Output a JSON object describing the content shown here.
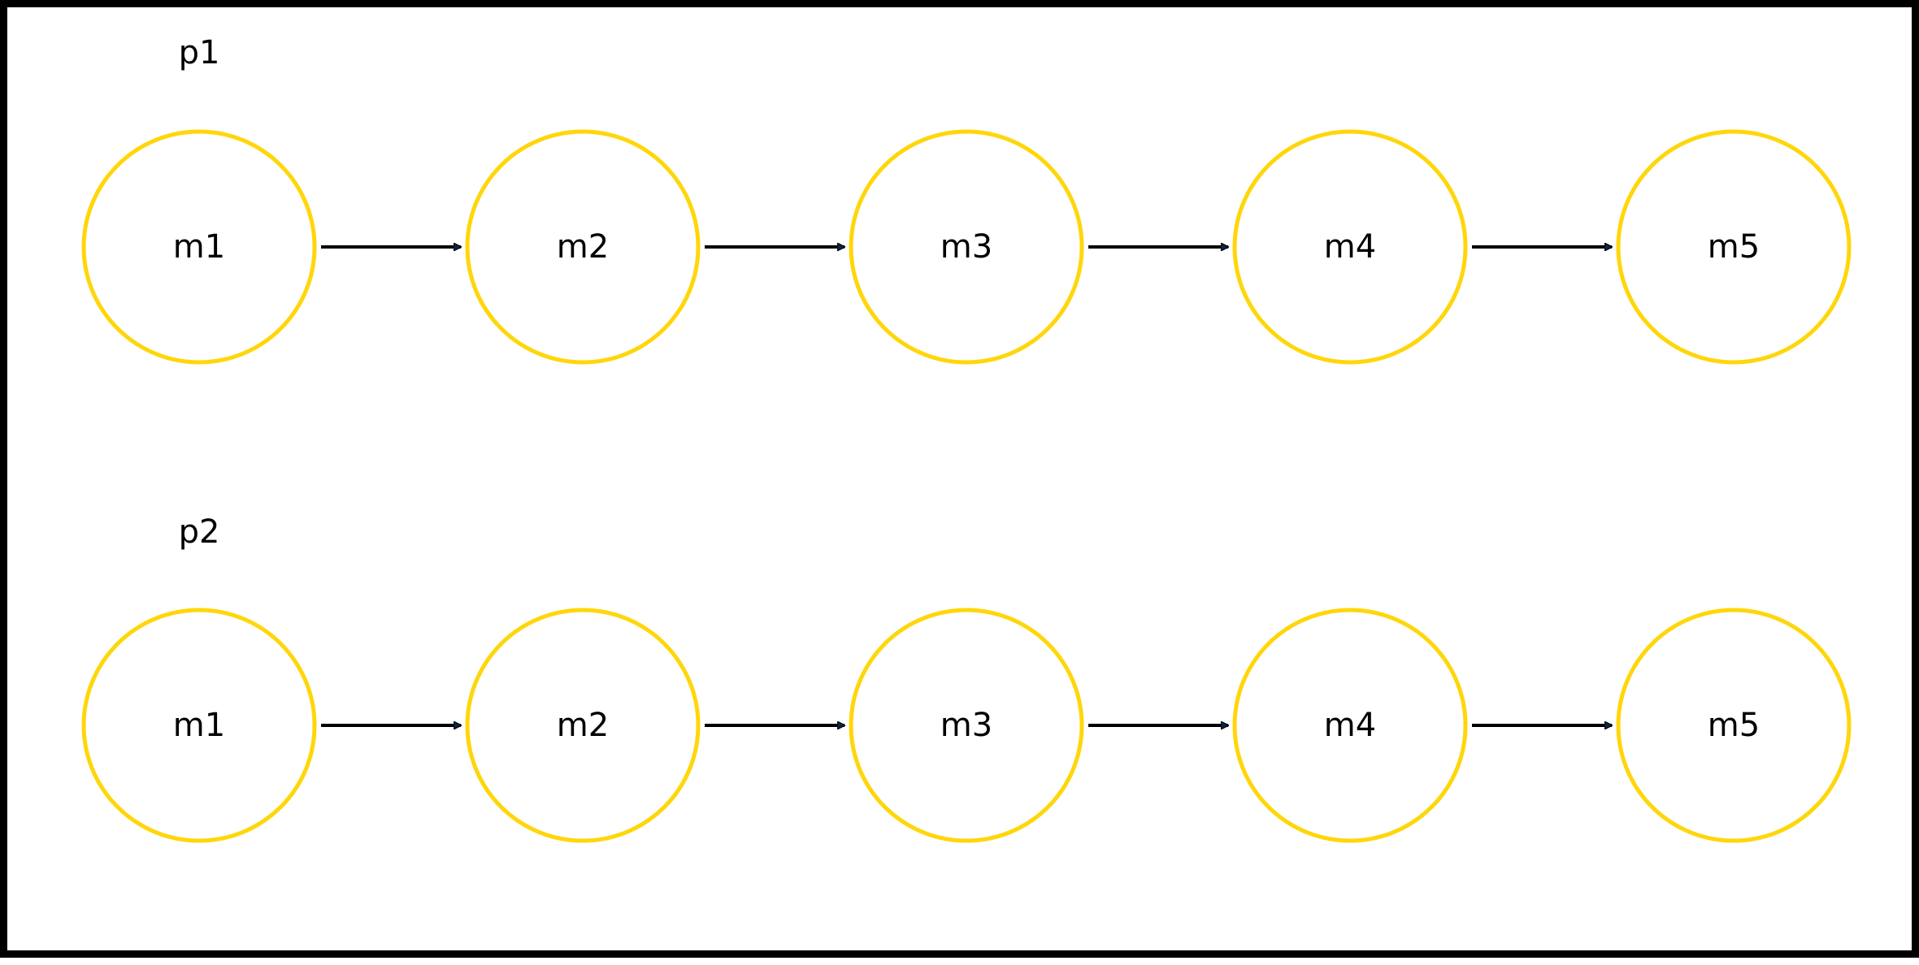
{
  "diagram": {
    "colors": {
      "node_stroke": "#ffd60a",
      "edge": "#000000",
      "arrowhead_fill": "#0b2545",
      "text": "#000000",
      "border": "#000000"
    },
    "pipelines": [
      {
        "label": "p1",
        "nodes": [
          "m1",
          "m2",
          "m3",
          "m4",
          "m5"
        ],
        "edges": [
          [
            "m1",
            "m2"
          ],
          [
            "m2",
            "m3"
          ],
          [
            "m3",
            "m4"
          ],
          [
            "m4",
            "m5"
          ]
        ]
      },
      {
        "label": "p2",
        "nodes": [
          "m1",
          "m2",
          "m3",
          "m4",
          "m5"
        ],
        "edges": [
          [
            "m1",
            "m2"
          ],
          [
            "m2",
            "m3"
          ],
          [
            "m3",
            "m4"
          ],
          [
            "m4",
            "m5"
          ]
        ]
      }
    ]
  }
}
